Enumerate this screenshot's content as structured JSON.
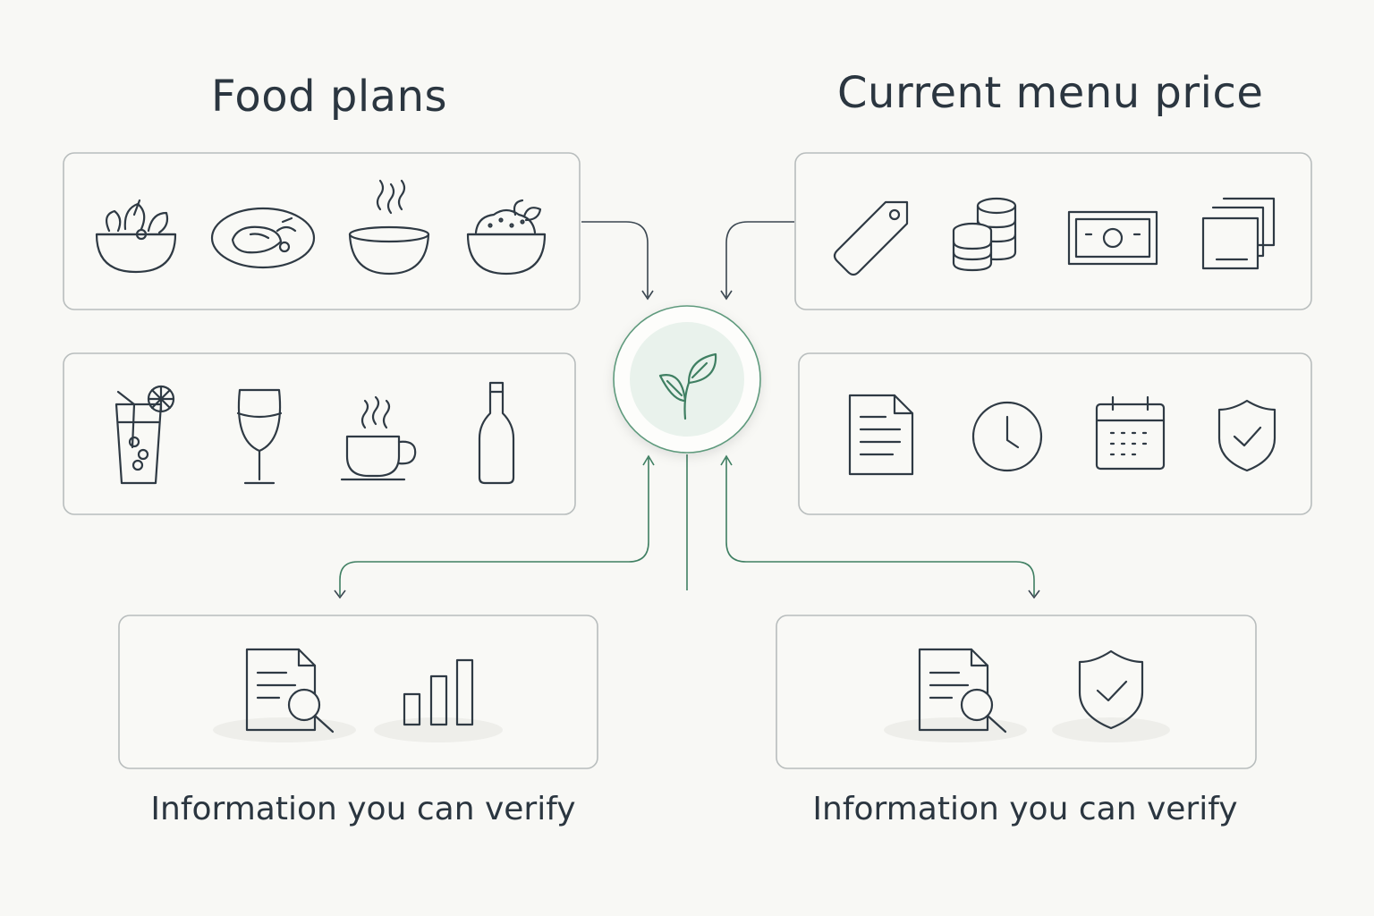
{
  "headings": {
    "food_plans": "Food plans",
    "current_menu_price": "Current menu price"
  },
  "captions": {
    "left": "Information you can verify",
    "right": "Information you can verify"
  },
  "colors": {
    "background": "#f8f8f5",
    "accent_green": "#3f7f62",
    "icon_stroke": "#2f3a44",
    "panel_border": "#b8bdbd"
  },
  "panels": {
    "food": [
      "salad-bowl-icon",
      "plated-dish-icon",
      "soup-bowl-icon",
      "rice-bowl-icon"
    ],
    "drinks": [
      "iced-drink-icon",
      "wine-glass-icon",
      "coffee-cup-icon",
      "bottle-icon"
    ],
    "pricing": [
      "price-tag-icon",
      "coin-stacks-icon",
      "banknote-icon",
      "receipt-copies-icon"
    ],
    "info": [
      "document-icon",
      "clock-icon",
      "calendar-icon",
      "shield-check-icon"
    ],
    "verify_left": [
      "document-search-icon",
      "bar-chart-icon"
    ],
    "verify_right": [
      "document-search-icon",
      "shield-check-icon"
    ]
  },
  "center": {
    "icon": "leaf-sprout-icon"
  }
}
